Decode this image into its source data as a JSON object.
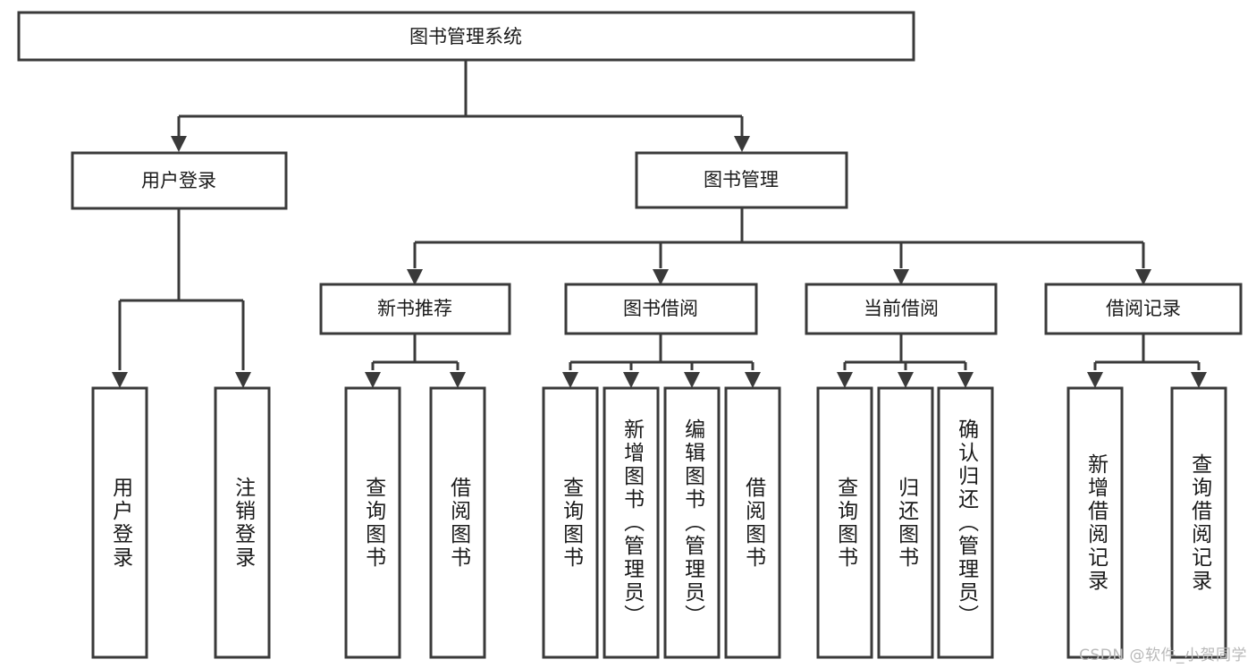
{
  "diagram": {
    "type": "tree-hierarchy",
    "title": "图书管理系统",
    "orientation": "top-down",
    "colors": {
      "box_stroke": "#3a3a3a",
      "box_fill": "#ffffff",
      "connector": "#3a3a3a",
      "text": "#1a1a1a",
      "background": "#ffffff",
      "watermark": "#b9b9b9"
    },
    "root": {
      "label": "图书管理系统"
    },
    "level2": [
      {
        "label": "用户登录"
      },
      {
        "label": "图书管理"
      }
    ],
    "level3": [
      {
        "label": "新书推荐"
      },
      {
        "label": "图书借阅"
      },
      {
        "label": "当前借阅"
      },
      {
        "label": "借阅记录"
      }
    ],
    "leaves": {
      "user_login": [
        {
          "label": "用户登录"
        },
        {
          "label": "注销登录"
        }
      ],
      "new_book_recommend": [
        {
          "label": "查询图书"
        },
        {
          "label": "借阅图书"
        }
      ],
      "book_borrow": [
        {
          "label": "查询图书"
        },
        {
          "label": "新增图书（管理员）"
        },
        {
          "label": "编辑图书（管理员）"
        },
        {
          "label": "借阅图书"
        }
      ],
      "current_borrow": [
        {
          "label": "查询图书"
        },
        {
          "label": "归还图书"
        },
        {
          "label": "确认归还（管理员）"
        }
      ],
      "borrow_record": [
        {
          "label": "新增借阅记录"
        },
        {
          "label": "查询借阅记录"
        }
      ]
    }
  },
  "watermark": {
    "text": "CSDN @软件_小贺同学"
  }
}
